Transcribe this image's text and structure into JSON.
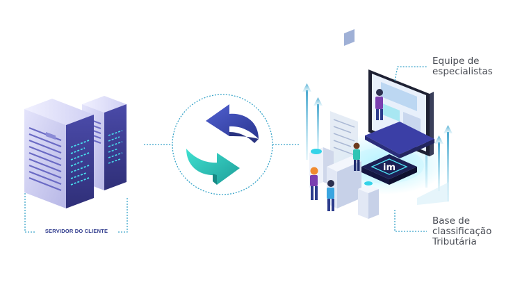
{
  "server": {
    "caption": "SERVIDOR DO CLIENTE"
  },
  "annotations": {
    "team_line1": "Equipe de",
    "team_line2": "especialistas",
    "base_line1": "Base de",
    "base_line2": "classificação",
    "base_line3": "Tributária"
  },
  "logo": {
    "text": "im"
  },
  "colors": {
    "dotted_line": "#3aa5c9",
    "server_side": "#3d3d8f",
    "server_face": "#c9c9ee",
    "arrow_blue": "#3b49b3",
    "arrow_teal": "#28bfb3",
    "accent_cyan": "#34d3e8"
  }
}
